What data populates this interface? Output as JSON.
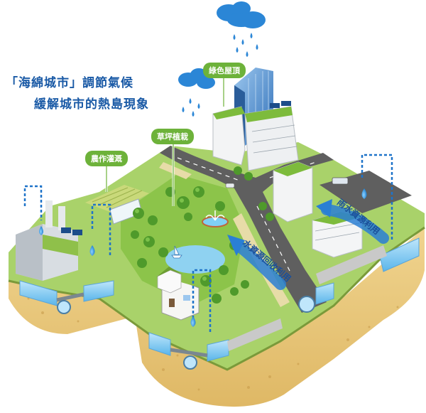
{
  "title": {
    "line1": "「海綿城市」調節氣候",
    "line2": "緩解城市的熱島現象"
  },
  "labels": {
    "green_roof": "綠色屋頂",
    "lawn_planting": "草坪植栽",
    "farm_irrigation": "農作灌溉"
  },
  "flow_text": {
    "left": "水資源回收利用",
    "right": "雨水資源利用"
  },
  "colors": {
    "title": "#1a5aa6",
    "label_bg": "#6db23a",
    "water_arrow": "#2a7fd4",
    "soil": "#e9c77f",
    "grass": "#8cc44a"
  },
  "icons": [
    "cloud-icon",
    "raindrop-icon",
    "tree-icon",
    "building-icon",
    "factory-icon",
    "house-icon",
    "solar-panel-icon",
    "fountain-icon",
    "sailboat-icon",
    "bus-icon",
    "car-icon",
    "pipe-icon",
    "water-tank-icon"
  ]
}
